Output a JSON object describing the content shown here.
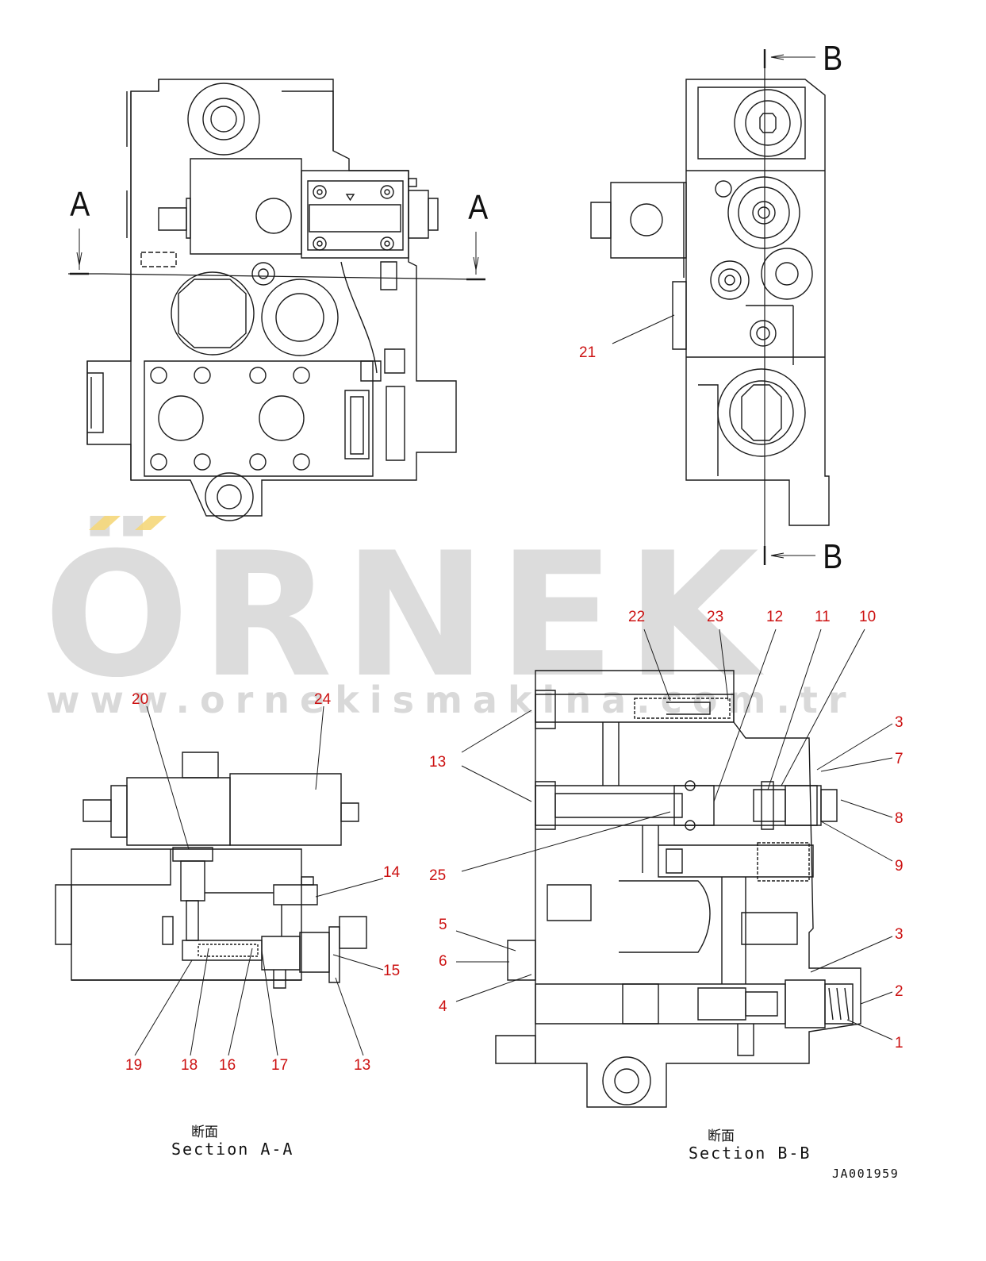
{
  "watermark": {
    "brand": "ÖRNEK",
    "url": "www.ornekismakina.com.tr",
    "accent_color": "#f5d77a",
    "text_color": "#d3d3d3"
  },
  "section_markers": {
    "a_left": "A",
    "a_right": "A",
    "b_top": "B",
    "b_bottom": "B"
  },
  "callouts": {
    "c21": "21",
    "c22": "22",
    "c23": "23",
    "c12": "12",
    "c11": "11",
    "c10": "10",
    "c13_b1": "13",
    "c3_b1": "3",
    "c7": "7",
    "c8": "8",
    "c9": "9",
    "c25": "25",
    "c5": "5",
    "c6": "6",
    "c4": "4",
    "c3_b2": "3",
    "c2": "2",
    "c1": "1",
    "c20": "20",
    "c24": "24",
    "c14": "14",
    "c15": "15",
    "c19": "19",
    "c18": "18",
    "c16": "16",
    "c17": "17",
    "c13_a": "13"
  },
  "captions": {
    "section_a_jp": "断面",
    "section_a_en": "Section A-A",
    "section_b_jp": "断面",
    "section_b_en": "Section B-B"
  },
  "drawing_id": "JA001959",
  "colors": {
    "line": "#1a1a1a",
    "callout": "#cc1111"
  }
}
